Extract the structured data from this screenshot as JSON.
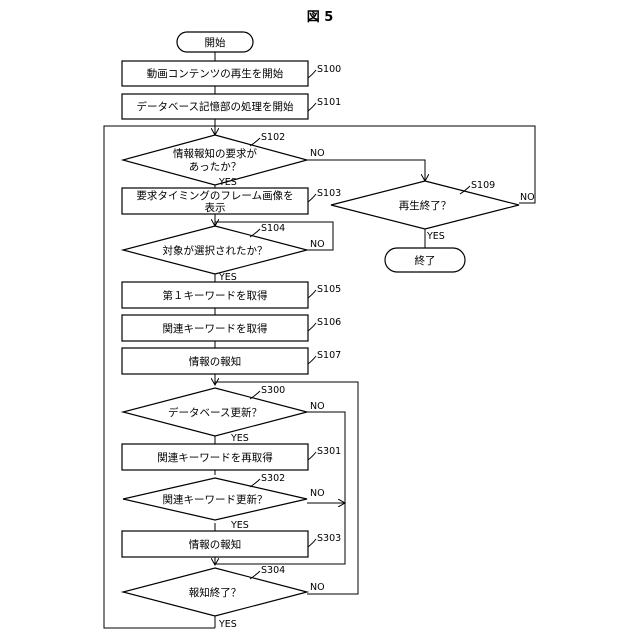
{
  "figure_title": "図 5",
  "nodes": {
    "start": "開始",
    "s100": "動画コンテンツの再生を開始",
    "s101": "データベース記憶部の処理を開始",
    "s102_l1": "情報報知の要求が",
    "s102_l2": "あったか？",
    "s103_l1": "要求タイミングのフレーム画像を",
    "s103_l2": "表示",
    "s104": "対象が選択されたか？",
    "s105": "第１キーワードを取得",
    "s106": "関連キーワードを取得",
    "s107": "情報の報知",
    "s300": "データベース更新？",
    "s301": "関連キーワードを再取得",
    "s302": "関連キーワード更新？",
    "s303": "情報の報知",
    "s304": "報知終了？",
    "s109": "再生終了？",
    "end": "終了"
  },
  "step_labels": {
    "s100": "S100",
    "s101": "S101",
    "s102": "S102",
    "s103": "S103",
    "s104": "S104",
    "s105": "S105",
    "s106": "S106",
    "s107": "S107",
    "s300": "S300",
    "s301": "S301",
    "s302": "S302",
    "s303": "S303",
    "s304": "S304",
    "s109": "S109"
  },
  "branch": {
    "yes": "YES",
    "no": "NO"
  }
}
